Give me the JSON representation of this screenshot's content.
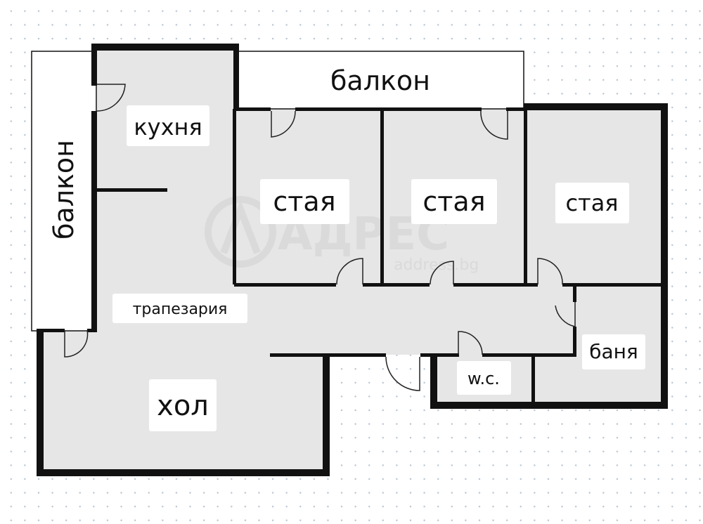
{
  "rooms": {
    "balcony_top": "балкон",
    "balcony_left": "балкон",
    "kitchen": "кухня",
    "room_1": "стая",
    "room_2": "стая",
    "room_3": "стая",
    "dining": "трапезария",
    "bathroom": "баня",
    "wc": "w.c.",
    "living": "хол"
  },
  "watermark": {
    "brand": "АДРЕС",
    "url": "address.bg"
  },
  "colors": {
    "wall": "#111111",
    "room_fill": "#e6e6e6",
    "balcony_fill": "#ffffff",
    "watermark": "#d9d9d9"
  }
}
